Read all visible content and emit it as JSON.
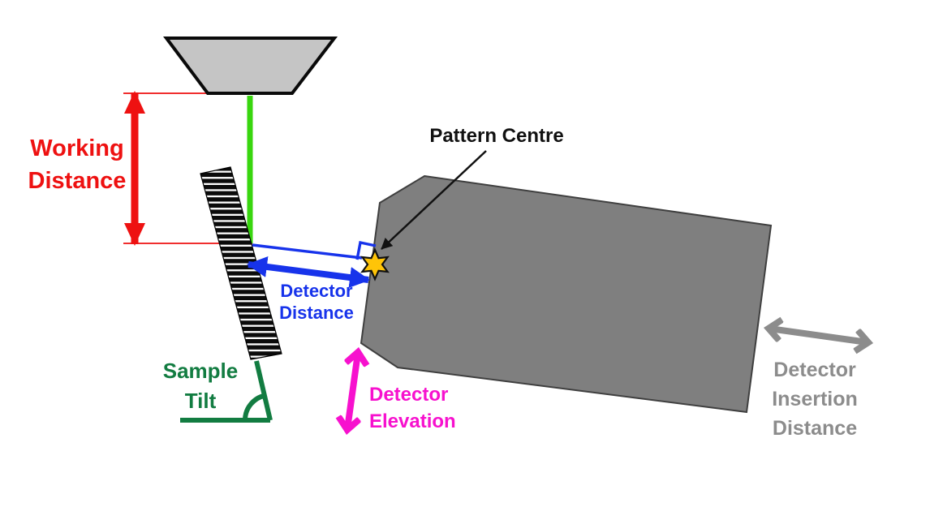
{
  "labels": {
    "working_distance": {
      "line1": "Working",
      "line2": "Distance"
    },
    "pattern_centre": "Pattern Centre",
    "detector_distance": {
      "line1": "Detector",
      "line2": "Distance"
    },
    "sample_tilt": {
      "line1": "Sample",
      "line2": "Tilt"
    },
    "detector_elevation": {
      "line1": "Detector",
      "line2": "Elevation"
    },
    "detector_insertion_distance": {
      "line1": "Detector",
      "line2": "Insertion",
      "line3": "Distance"
    }
  },
  "icons": {
    "pattern_centre_marker": "star-icon",
    "working_distance_marker": "double-arrow-vertical-icon",
    "detector_distance_marker": "double-arrow-diagonal-icon",
    "detector_elevation_marker": "double-arrow-vertical-icon",
    "insertion_distance_marker": "double-arrow-horizontal-icon",
    "sample_tilt_marker": "angle-arc-icon"
  },
  "colors": {
    "working-distance-red": "#EE1111",
    "beam-green": "#38D60F",
    "detector-distance-blue": "#1733EB",
    "sample-tilt-green": "#127C41",
    "detector-elevation-magenta": "#F711CE",
    "insertion-gray": "#8C8C8C",
    "detector-fill": "#7F7F7F",
    "detector-outline": "#3F3F3F",
    "pole-piece-fill": "#C5C5C5",
    "star-gold": "#FFC408",
    "ink-black": "#111111"
  }
}
